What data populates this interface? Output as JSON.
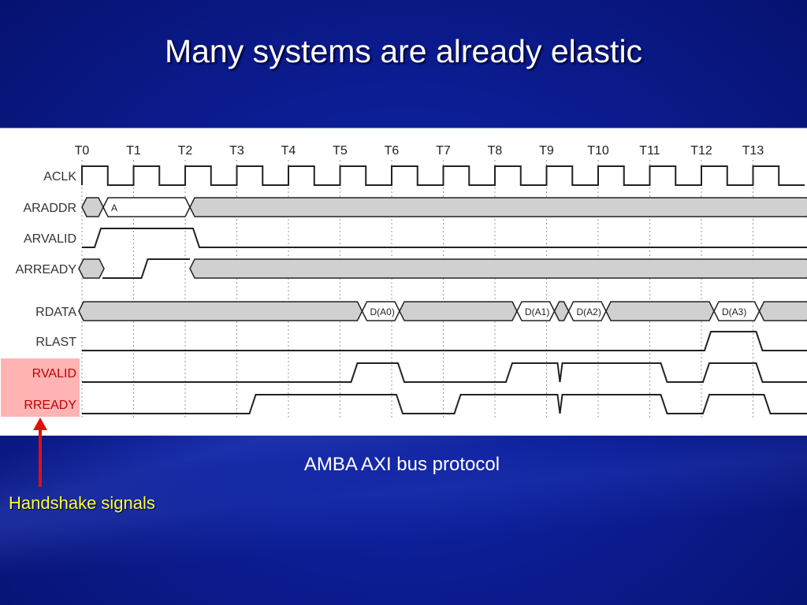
{
  "slide": {
    "title": "Many systems are already elastic",
    "caption": "AMBA AXI bus protocol",
    "annotation": "Handshake signals",
    "colors": {
      "background": "#0d1f9a",
      "annotation_text": "#ffff33",
      "arrow": "#e01010",
      "highlight": "#ff9999"
    }
  },
  "timing": {
    "ticks": [
      "T0",
      "T1",
      "T2",
      "T3",
      "T4",
      "T5",
      "T6",
      "T7",
      "T8",
      "T9",
      "T10",
      "T11",
      "T12",
      "T13"
    ],
    "signals": [
      {
        "name": "ACLK",
        "highlight": false
      },
      {
        "name": "ARADDR",
        "highlight": false
      },
      {
        "name": "ARVALID",
        "highlight": false
      },
      {
        "name": "ARREADY",
        "highlight": false
      },
      {
        "name": "RDATA",
        "highlight": false
      },
      {
        "name": "RLAST",
        "highlight": false
      },
      {
        "name": "RVALID",
        "highlight": true
      },
      {
        "name": "RREADY",
        "highlight": true
      }
    ],
    "bus_values": {
      "araddr": [
        "A"
      ],
      "rdata": [
        "D(A0)",
        "D(A1)",
        "D(A2)",
        "D(A3)"
      ]
    }
  }
}
